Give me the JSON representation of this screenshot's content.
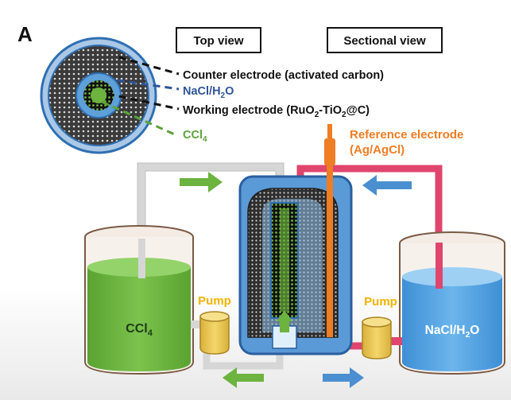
{
  "panel_letter": "A",
  "top_view_label": "Top view",
  "sectional_view_label": "Sectional view",
  "legend": {
    "counter_electrode": "Counter electrode (activated carbon)",
    "electrolyte_base": "NaCl/H",
    "electrolyte_sub": "2",
    "electrolyte_tail": "O",
    "working_a": "Working electrode (RuO",
    "working_sub1": "2",
    "working_b": "-TiO",
    "working_sub2": "2",
    "working_c": "@C)",
    "ccl4_base": "CCl",
    "ccl4_sub": "4"
  },
  "reference": {
    "line1": "Reference electrode",
    "line2": "(Ag/AgCl)"
  },
  "pump_left_label": "Pump",
  "pump_right_label": "Pump",
  "left_beaker": {
    "base": "CCl",
    "sub": "4"
  },
  "right_beaker": {
    "base": "NaCl/H",
    "sub": "2",
    "tail": "O"
  },
  "colors": {
    "green": "#6cb33f",
    "blue_line": "#4a8fd0",
    "orange": "#ef7d23",
    "pink": "#e0456e",
    "gray_tube": "#d6d6d6",
    "navy_text": "#2f5597",
    "green_text": "#5ba33b"
  }
}
